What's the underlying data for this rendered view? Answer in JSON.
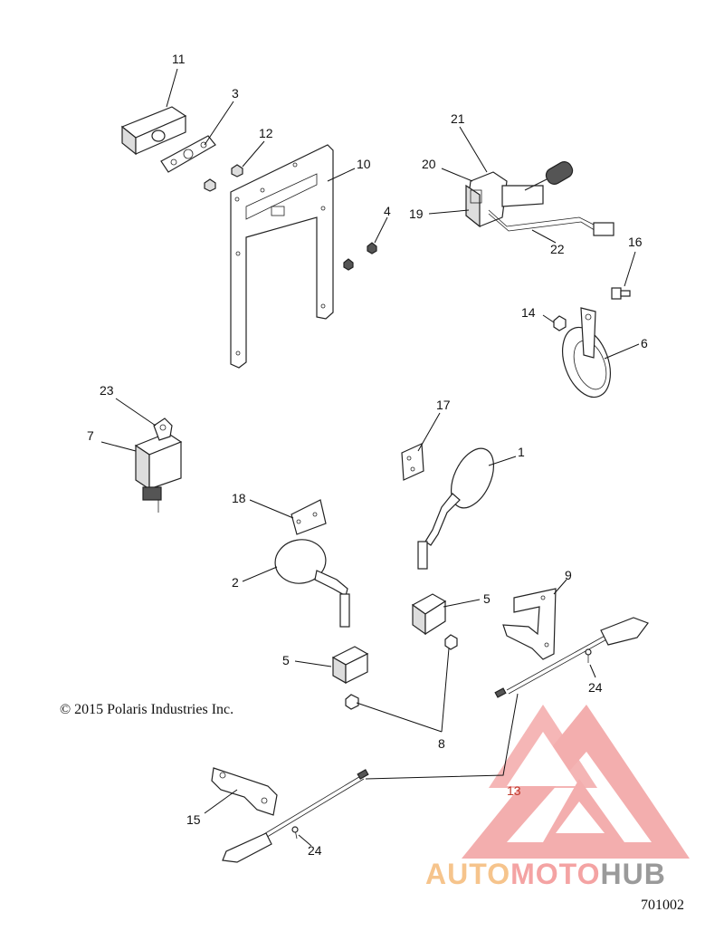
{
  "copyright": "© 2015 Polaris Industries Inc.",
  "document_number": "701002",
  "watermark": {
    "text_a": "AUTO",
    "text_b": "MOTO",
    "text_c": "HUB",
    "color_a": "#f6c48c",
    "color_b": "#f4a3a3",
    "color_c": "#9a9a9a",
    "logo_color": "#f2a0a0"
  },
  "callouts": {
    "c1": "1",
    "c2": "2",
    "c3": "3",
    "c4": "4",
    "c5a": "5",
    "c5b": "5",
    "c6": "6",
    "c7": "7",
    "c8": "8",
    "c9": "9",
    "c10": "10",
    "c11": "11",
    "c12": "12",
    "c13": "13",
    "c14": "14",
    "c15": "15",
    "c16": "16",
    "c17": "17",
    "c18": "18",
    "c19": "19",
    "c20": "20",
    "c21": "21",
    "c22": "22",
    "c23": "23",
    "c24a": "24",
    "c24b": "24"
  }
}
